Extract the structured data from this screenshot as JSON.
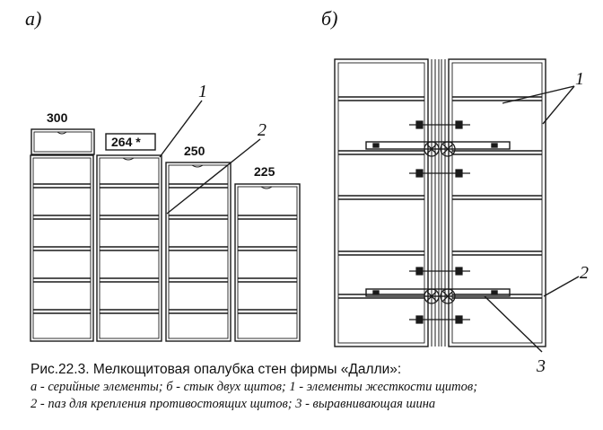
{
  "panel_labels": {
    "a": "а)",
    "b": "б)"
  },
  "sizes": [
    "300",
    "264 *",
    "250",
    "225"
  ],
  "callouts": {
    "one_left": "1",
    "two_left": "2",
    "one_right": "1",
    "two_right": "2",
    "three_right": "3"
  },
  "caption": {
    "title": "Рис.22.3. Мелкощитовая опалубка стен фирмы «Далли»:",
    "line1": "а - серийные элементы; б - стык двух щитов; 1 - элементы жесткости щитов;",
    "line2": "2 - паз для крепления противостоящих щитов; 3 - выравнивающая шина"
  }
}
